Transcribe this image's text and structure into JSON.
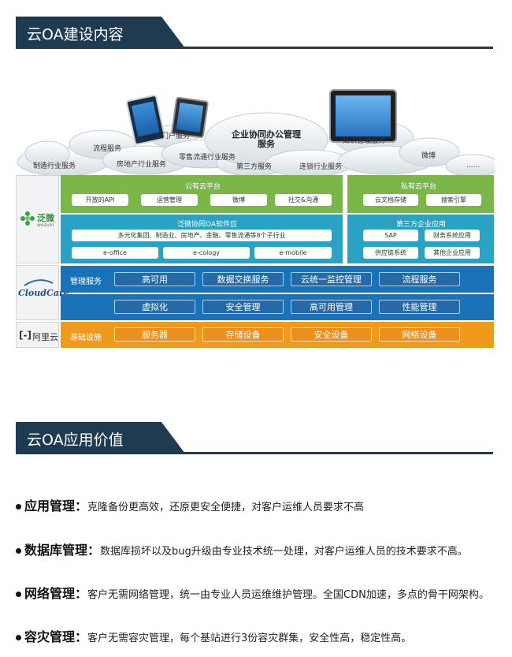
{
  "section1": {
    "title": "云OA建设内容"
  },
  "section2": {
    "title": "云OA应用价值"
  },
  "diagram": {
    "clouds": {
      "main": "企业协同办公管理\n服务",
      "labels": [
        "门户服务",
        "流程服务",
        "制造行业服务",
        "房地产行业服务",
        "零售流通行业服务",
        "第三方服务",
        "连锁行业服务",
        "知识管理服务",
        "微博",
        "......"
      ]
    },
    "logos": {
      "weaver": "泛微",
      "weaver_sub": "weaver",
      "cloudcare": "CloudCare",
      "aliyun": "阿里云"
    },
    "public_cloud": {
      "title": "公有云平台",
      "items": [
        "开放的API",
        "运营管理",
        "微博",
        "社交&沟通"
      ]
    },
    "private_cloud": {
      "title": "私有云平台",
      "items": [
        "云文档存储",
        "搜索引擎"
      ]
    },
    "weaver_oa": {
      "title": "泛微协同OA软件应",
      "industries": "多元化集团、制造业、房地产、金融、零售流通等8个子行业",
      "products": [
        "e-office",
        "e-cology",
        "e-mobile"
      ]
    },
    "third_party": {
      "title": "第三方企业应用",
      "items": [
        "SAP",
        "财务系统应用",
        "供应链系统",
        "其他企业应用"
      ]
    },
    "management": {
      "label": "管理服务",
      "items": [
        "高可用",
        "数据交换服务",
        "云统一监控管理",
        "流程服务"
      ]
    },
    "virtual": {
      "items": [
        "虚拟化",
        "安全管理",
        "高可用管理",
        "性能管理"
      ]
    },
    "infra": {
      "label": "基础设施",
      "items": [
        "服务器",
        "存储设备",
        "安全设备",
        "网络设备"
      ]
    }
  },
  "values": [
    {
      "term": "应用管理：",
      "desc": "克隆备份更高效，还原更安全便捷，对客户运维人员要求不高"
    },
    {
      "term": "数据库管理：",
      "desc": "数据库损坏以及bug升级由专业技术统一处理，对客户运维人员的技术要求不高。"
    },
    {
      "term": "网络管理：",
      "desc": "客户无需网络管理，统一由专业人员运维维护管理。全国CDN加速，多点的骨干网架构。"
    },
    {
      "term": "容灾管理：",
      "desc": "客户无需容灾管理，每个基站进行3份容灾群集，安全性高，稳定性高。"
    }
  ]
}
